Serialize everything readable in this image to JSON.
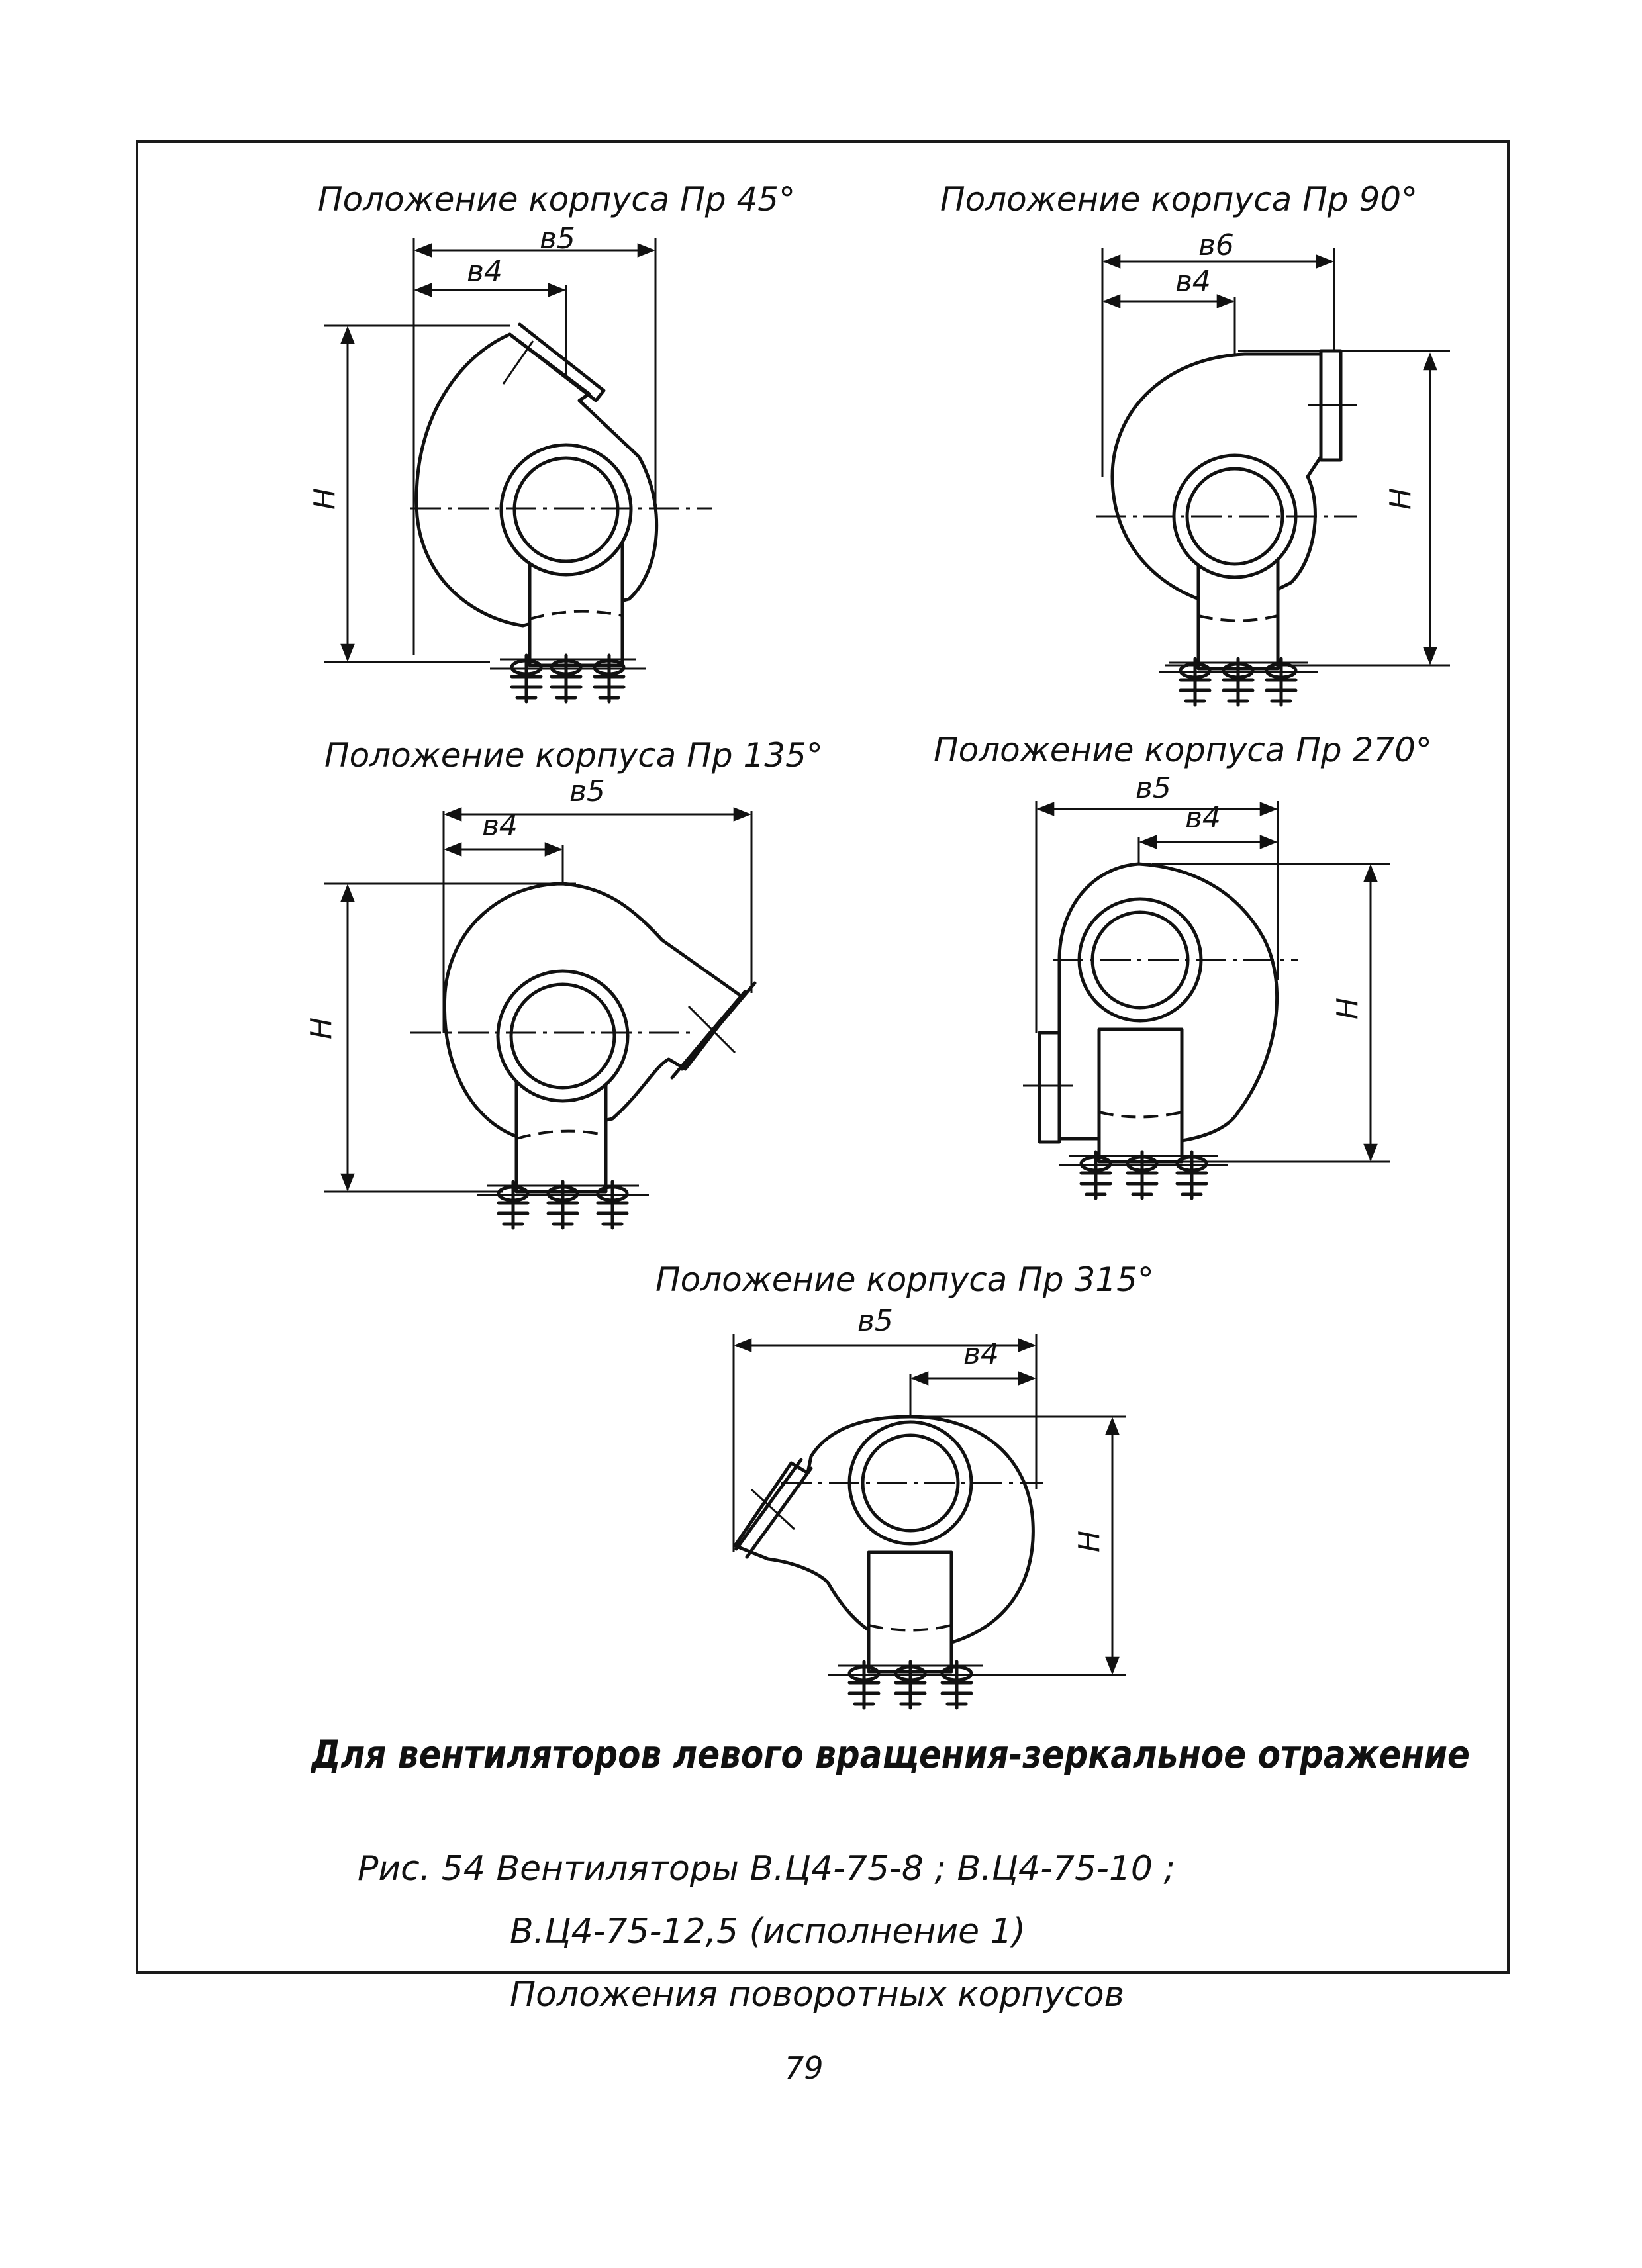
{
  "views": [
    {
      "title": "Положение корпуса Пр 45°",
      "dim_total": "в5",
      "dim_inner": "в4",
      "dim_height": "H"
    },
    {
      "title": "Положение корпуса Пр 90°",
      "dim_total": "в6",
      "dim_inner": "в4",
      "dim_height": "H"
    },
    {
      "title": "Положение корпуса Пр 135°",
      "dim_total": "в5",
      "dim_inner": "в4",
      "dim_height": "H"
    },
    {
      "title": "Положение корпуса Пр 270°",
      "dim_total": "в5",
      "dim_inner": "в4",
      "dim_height": "H"
    },
    {
      "title": "Положение корпуса Пр 315°",
      "dim_total": "в5",
      "dim_inner": "в4",
      "dim_height": "H"
    }
  ],
  "note": "Для вентиляторов левого вращения-зеркальное отражение",
  "caption": {
    "line1": "Рис. 54 Вентиляторы В.Ц4-75-8 ; В.Ц4-75-10 ;",
    "line2": "В.Ц4-75-12,5 (исполнение 1)",
    "line3": "Положения поворотных корпусов"
  },
  "page_number": "79"
}
